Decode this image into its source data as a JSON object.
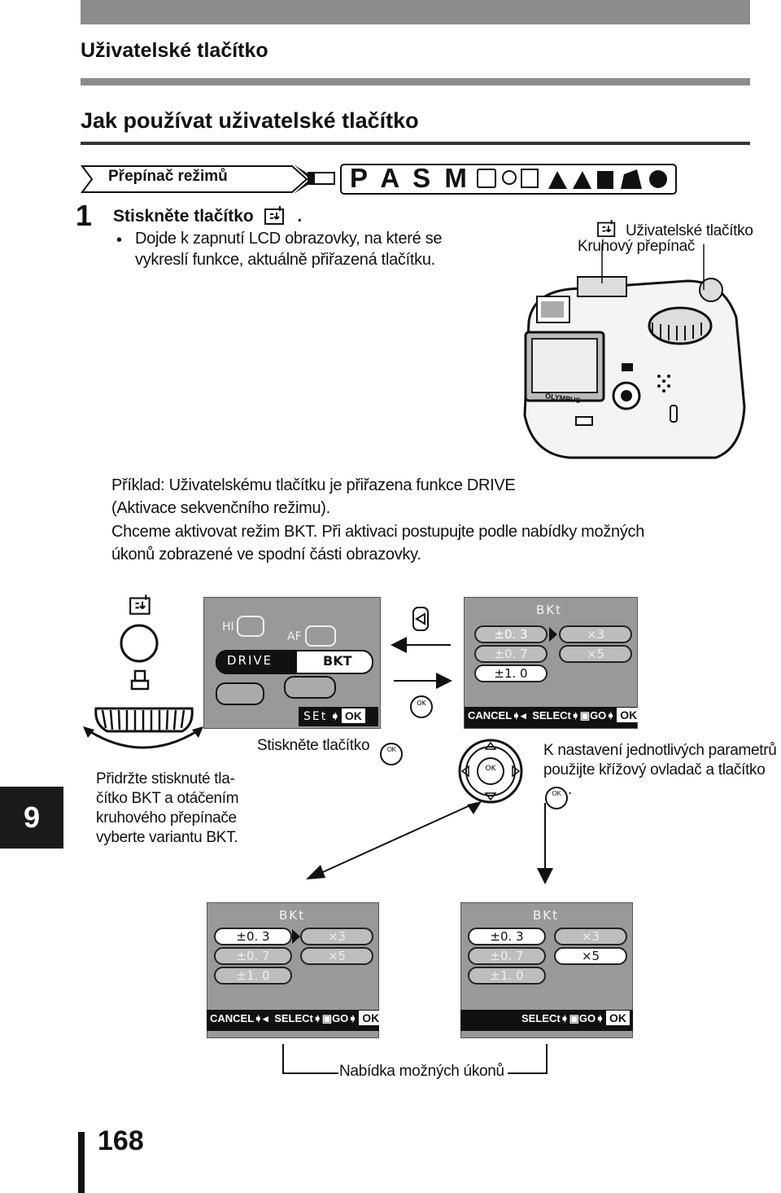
{
  "header": {
    "section_title": "Uživatelské tlačítko",
    "page_heading": "Jak používat uživatelské tlačítko"
  },
  "mode_strip": {
    "label": "Přepínač režimů",
    "modes": "P A S M"
  },
  "step": {
    "number": "1",
    "title": "Stiskněte tlačítko",
    "title_end": ".",
    "bullet": "Dojde k zapnutí LCD obrazovky, na které se vykreslí funkce, aktuálně přiřazená tlačítku."
  },
  "camera_labels": {
    "user_button": "Uživatelské tlačítko",
    "dial": "Kruhový přepínač",
    "brand": "OLYMPUS"
  },
  "example": {
    "line1": "Příklad: Uživatelskému tlačítku je přiřazena funkce DRIVE",
    "line2": "(Aktivace sekvenčního režimu).",
    "line3": "Chceme aktivovat režim BKT. Při aktivaci postupujte podle nabídky možných",
    "line4": "úkonů zobrazené ve spodní části obrazovky."
  },
  "drive_lcd": {
    "hi": "HI",
    "af": "AF",
    "drive": "DRIVE",
    "bkt": "BKT",
    "set": "SEt",
    "ok": "OK"
  },
  "bkt_lcd": {
    "title": "BKt",
    "ev": [
      "±0. 3",
      "±0. 7",
      "±1. 0"
    ],
    "frames": [
      "×3",
      "×5"
    ],
    "cancel": "CANCEL",
    "select": "SELECt",
    "go": "GO",
    "ok": "OK"
  },
  "captions": {
    "hold_dial": "Přidržte stisknuté tla-čítko BKT a otáčením kruhového přepínače vyberte variantu BKT.",
    "press_button": "Stiskněte tlačítko",
    "arrow_pad": "K nastavení jednotlivých parametrů použijte křížový ovladač a tlačítko",
    "arrow_pad_end": ".",
    "actions_menu": "Nabídka možných úkonů"
  },
  "side_tab": {
    "chapter": "9"
  },
  "footer": {
    "page_number": "168"
  }
}
